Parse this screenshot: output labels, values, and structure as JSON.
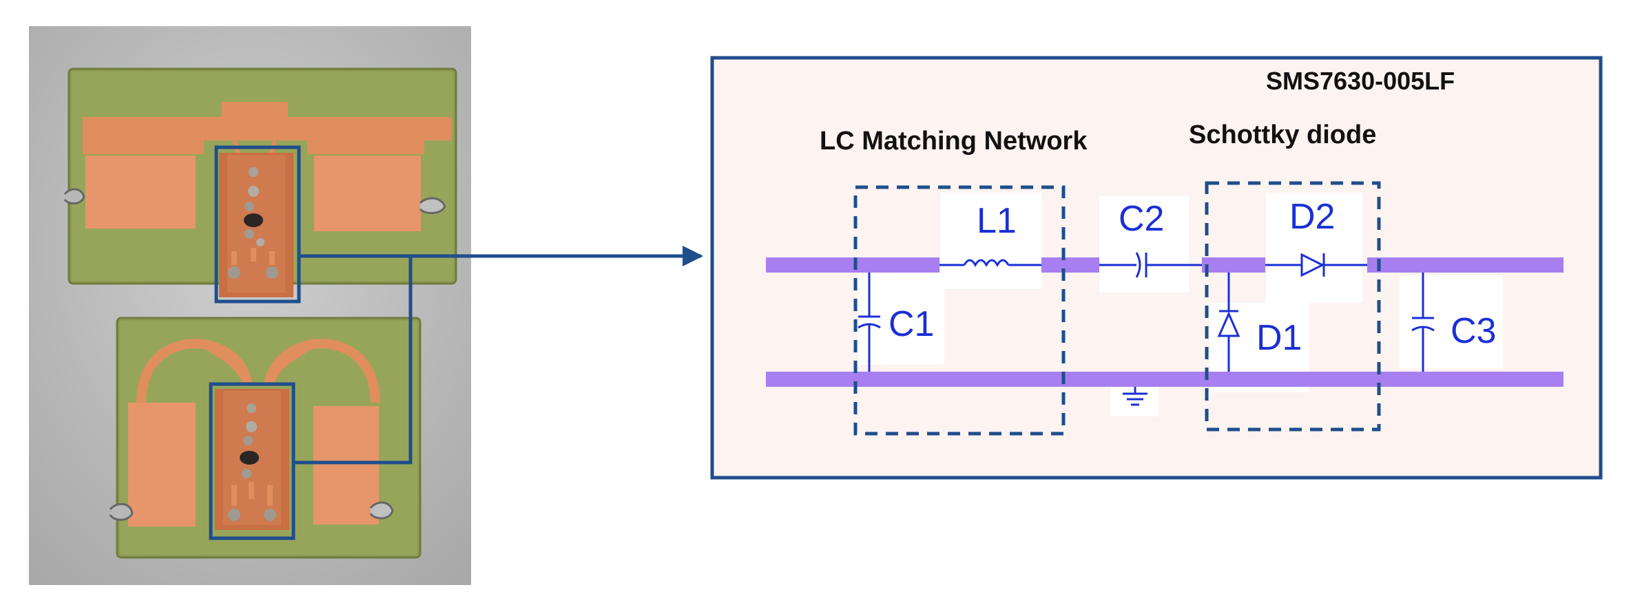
{
  "diagram": {
    "chip_label": "SMS7630-005LF",
    "section_lc": "LC Matching Network",
    "section_diode": "Schottky diode",
    "components": {
      "L1": "L1",
      "C1": "C1",
      "C2": "C2",
      "C3": "C3",
      "D1": "D1",
      "D2": "D2"
    }
  },
  "colors": {
    "frame_blue": "#1f4e8c",
    "panel_bg": "#fdf3f1",
    "rail_purple": "#a77ff0",
    "component_blue": "#1a2fd6",
    "pcb_green": "#8e9c54",
    "copper": "#e08e5e",
    "photo_bg": "#bfbfbf"
  },
  "photo": {
    "description_icon": "pcb-rectenna-photo"
  }
}
